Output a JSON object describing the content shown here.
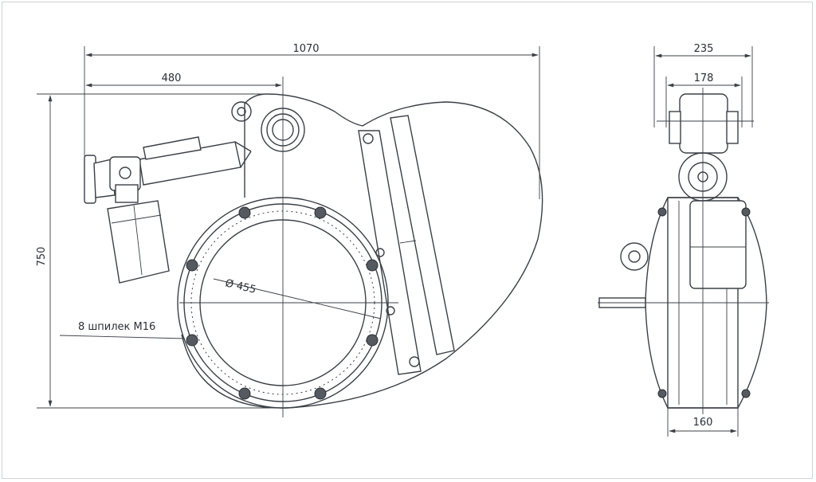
{
  "dimensions": {
    "overall_width": "1070",
    "axis_offset": "480",
    "height": "750",
    "diameter": "Ø 455",
    "studs_note": "8 шпилек М16",
    "side_width": "235",
    "side_inner_width": "178",
    "side_base_width": "160"
  },
  "colors": {
    "line": "#3b4046",
    "text": "#2a2f35",
    "frame": "#cfd3d8"
  }
}
